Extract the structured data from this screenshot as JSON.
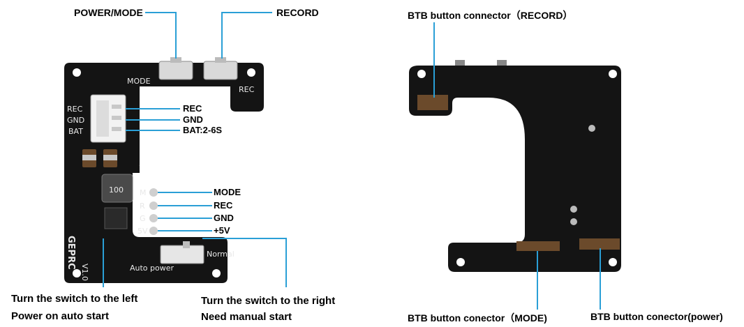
{
  "front": {
    "top_labels": {
      "power_mode": "POWER/MODE",
      "record": "RECORD"
    },
    "left_connector_labels": {
      "rec": "REC",
      "gnd": "GND",
      "bat": "BAT:2-6S"
    },
    "pad_labels": {
      "mode": "MODE",
      "rec": "REC",
      "gnd": "GND",
      "plus5v": "+5V"
    },
    "bottom_left": {
      "line1": "Turn the switch to the left",
      "line2": "Power on auto start"
    },
    "bottom_right": {
      "line1": "Turn the switch to the right",
      "line2": "Need manual start"
    },
    "silkscreen": {
      "mode": "MODE",
      "rec_top": "REC",
      "rec": "REC",
      "gnd": "GND",
      "bat": "BAT",
      "m": "M",
      "r": "R",
      "g": "G",
      "v5": "5V",
      "version": "V1.0",
      "brand": "GEPRC",
      "auto_power": "Auto power",
      "normal": "Normal",
      "inductor": "100"
    }
  },
  "back": {
    "top_label": "BTB button connector（RECORD）",
    "bottom_mode_label": "BTB button conector（MODE)",
    "bottom_power_label": "BTB button conector(power)"
  },
  "colors": {
    "leader": "#2a9fd6",
    "pcb": "#141414",
    "silk": "#e8e8e8"
  }
}
